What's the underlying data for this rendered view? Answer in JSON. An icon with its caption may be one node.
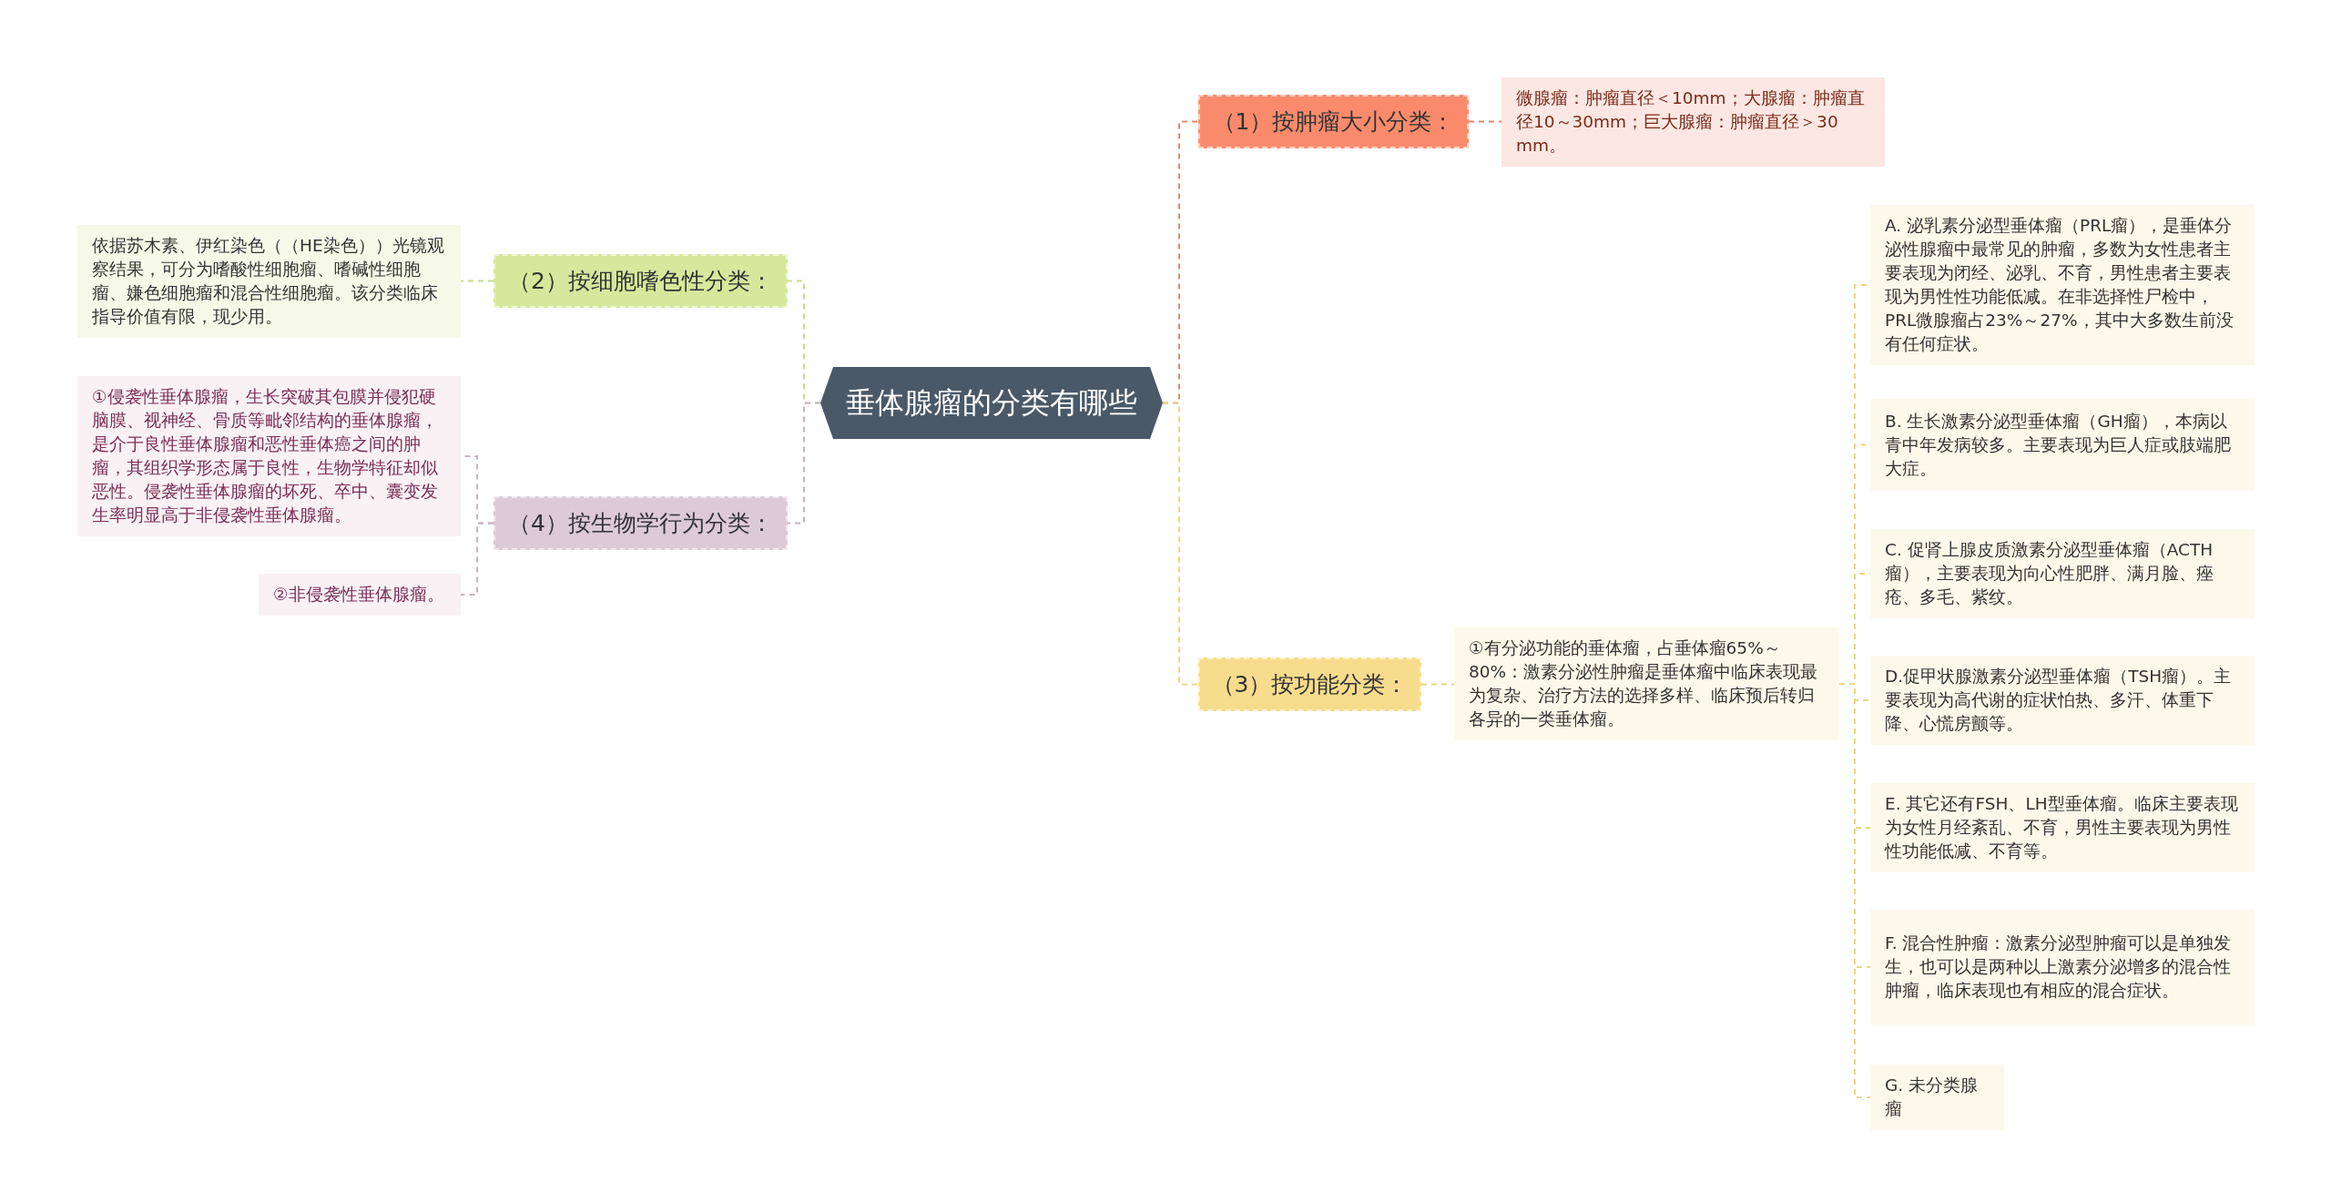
{
  "diagram": {
    "nodes": [
      {
        "text": [
          "垂体腺瘤的分类有哪些"
        ]
      },
      {
        "text": [
          "（1）按肿瘤大小分类："
        ]
      },
      {
        "text": [
          "微腺瘤：肿瘤直径＜10mm；大腺瘤：肿瘤直径10～30mm；巨大腺瘤：肿瘤直径＞30 mm。"
        ]
      },
      {
        "text": [
          "（2）按细胞嗜色性分类："
        ]
      },
      {
        "text": [
          "依据苏木素、伊红染色（（HE染色））光镜观察结果，可分为嗜酸性细胞瘤、嗜碱性细胞瘤、嫌色细胞瘤和混合性细胞瘤。该分类临床指导价值有限，现少用。"
        ]
      },
      {
        "text": [
          "（3）按功能分类："
        ]
      },
      {
        "text": [
          "①有分泌功能的垂体瘤，占垂体瘤65%～80%：激素分泌性肿瘤是垂体瘤中临床表现最为复杂、治疗方法的选择多样、临床预后转归各异的一类垂体瘤。"
        ]
      },
      {
        "text": [
          "A. 泌乳素分泌型垂体瘤（PRL瘤），是垂体分泌性腺瘤中最常见的肿瘤，多数为女性患者主要表现为闭经、泌乳、不育，男性患者主要表现为男性性功能低减。在非选择性尸检中，PRL微腺瘤占23%～27%，其中大多数生前没有任何症状。"
        ]
      },
      {
        "text": [
          "B. 生长激素分泌型垂体瘤（GH瘤），本病以青中年发病较多。主要表现为巨人症或肢端肥大症。"
        ]
      },
      {
        "text": [
          "C. 促肾上腺皮质激素分泌型垂体瘤（ACTH瘤），主要表现为向心性肥胖、满月脸、痤疮、多毛、紫纹。"
        ]
      },
      {
        "text": [
          "D.促甲状腺激素分泌型垂体瘤（TSH瘤）。主要表现为高代谢的症状怕热、多汗、体重下降、心慌房颤等。"
        ]
      },
      {
        "text": [
          "E. 其它还有FSH、LH型垂体瘤。临床主要表现为女性月经紊乱、不育，男性主要表现为男性性功能低减、不育等。"
        ]
      },
      {
        "text": [
          "F. 混合性肿瘤：激素分泌型肿瘤可以是单独发生，也可以是两种以上激素分泌增多的混合性肿瘤，临床表现也有相应的混合症状。"
        ]
      },
      {
        "text": [
          "G. 未分类腺瘤"
        ]
      },
      {
        "text": [
          "（4）按生物学行为分类："
        ]
      },
      {
        "text": [
          "①侵袭性垂体腺瘤，生长突破其包膜并侵犯硬脑膜、视神经、骨质等毗邻结构的垂体腺瘤，是介于良性垂体腺瘤和恶性垂体癌之间的肿瘤，其组织学形态属于良性，生物学特征却似恶性。侵袭性垂体腺瘤的坏死、卒中、囊变发生率明显高于非侵袭性垂体腺瘤。"
        ]
      },
      {
        "text": [
          "②非侵袭性垂体腺瘤。"
        ]
      }
    ],
    "edges": [
      {
        "from": 0,
        "to": 1,
        "arrow": "none",
        "style": "dashed",
        "color": "#e8866a"
      },
      {
        "from": 1,
        "to": 2,
        "arrow": "none",
        "style": "dashed",
        "color": "#e8866a"
      },
      {
        "from": 0,
        "to": 3,
        "arrow": "none",
        "style": "dashed",
        "color": "#c9dc8c"
      },
      {
        "from": 3,
        "to": 4,
        "arrow": "none",
        "style": "dashed",
        "color": "#c9dc8c"
      },
      {
        "from": 0,
        "to": 5,
        "arrow": "none",
        "style": "dashed",
        "color": "#ecd687"
      },
      {
        "from": 5,
        "to": 6,
        "arrow": "none",
        "style": "dashed",
        "color": "#ecd687"
      },
      {
        "from": 6,
        "to": 7,
        "arrow": "none",
        "style": "dashed",
        "color": "#ecd687"
      },
      {
        "from": 6,
        "to": 8,
        "arrow": "none",
        "style": "dashed",
        "color": "#ecd687"
      },
      {
        "from": 6,
        "to": 9,
        "arrow": "none",
        "style": "dashed",
        "color": "#ecd687"
      },
      {
        "from": 6,
        "to": 10,
        "arrow": "none",
        "style": "dashed",
        "color": "#ecd687"
      },
      {
        "from": 6,
        "to": 11,
        "arrow": "none",
        "style": "dashed",
        "color": "#ecd687"
      },
      {
        "from": 6,
        "to": 12,
        "arrow": "none",
        "style": "dashed",
        "color": "#ecd687"
      },
      {
        "from": 6,
        "to": 13,
        "arrow": "none",
        "style": "dashed",
        "color": "#ecd687"
      },
      {
        "from": 0,
        "to": 14,
        "arrow": "none",
        "style": "dashed",
        "color": "#c9b3c3"
      },
      {
        "from": 14,
        "to": 15,
        "arrow": "none",
        "style": "dashed",
        "color": "#c9b3c3"
      },
      {
        "from": 14,
        "to": 16,
        "arrow": "none",
        "style": "dashed",
        "color": "#c9b3c3"
      }
    ]
  }
}
